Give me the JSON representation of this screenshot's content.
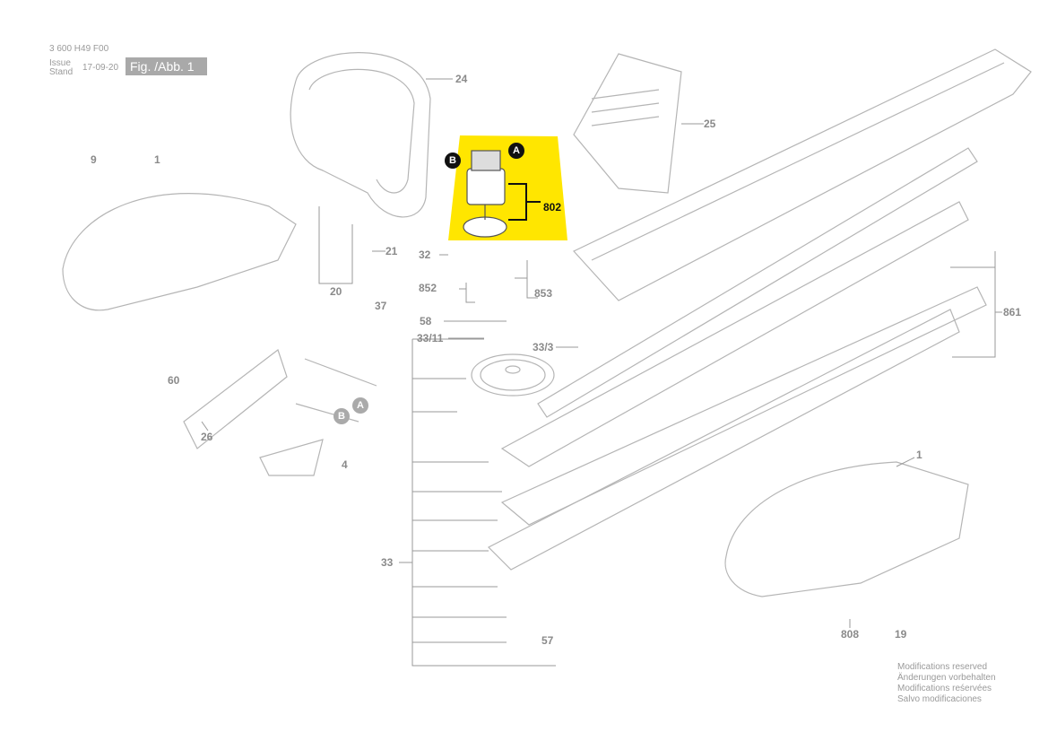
{
  "header": {
    "doc_number": "3 600 H49 F00",
    "issue_label": "Issue",
    "stand_label": "Stand",
    "date": "17-09-20",
    "figure": "Fig. /Abb. 1"
  },
  "highlight_color": "#ffe600",
  "parts": {
    "p24": "24",
    "p25": "25",
    "p9": "9",
    "p1a": "1",
    "p21": "21",
    "p32": "32",
    "p852": "852",
    "p853": "853",
    "p20": "20",
    "p37": "37",
    "p58": "58",
    "p33_11": "33/11",
    "p33_3": "33/3",
    "p861": "861",
    "p60": "60",
    "p26": "26",
    "p4": "4",
    "p1b": "1",
    "p33": "33",
    "p57": "57",
    "p808": "808",
    "p19": "19",
    "p802": "802"
  },
  "markers": {
    "a1": "A",
    "b1": "B",
    "a2": "A",
    "b2": "B"
  },
  "footer": [
    "Modifications reserved",
    "Änderungen vorbehalten",
    "Modifications reśervées",
    "Salvo modificaciones"
  ]
}
